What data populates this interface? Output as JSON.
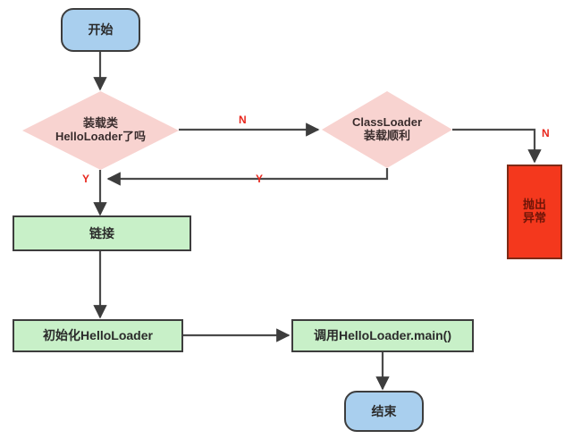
{
  "diagram": {
    "title": "Java HelloLoader class loading flowchart",
    "colors": {
      "terminal_fill": "#a9cfee",
      "process_fill": "#c8f0c8",
      "decision_fill": "#f8d3d0",
      "error_fill": "#f4381d",
      "border": "#3d3d3d",
      "edge_line": "#4a4a4a",
      "edge_label": "#e8261c",
      "background": "#ffffff"
    },
    "nodes": {
      "start": {
        "label": "开始",
        "shape": "terminal"
      },
      "decision_loaded": {
        "label": "装载类\nHelloLoader了吗",
        "shape": "decision"
      },
      "decision_classloader": {
        "label": "ClassLoader\n装载顺利",
        "shape": "decision"
      },
      "throw_exception": {
        "label": "抛出\n异常",
        "shape": "error"
      },
      "link": {
        "label": "链接",
        "shape": "process"
      },
      "init": {
        "label": "初始化HelloLoader",
        "shape": "process"
      },
      "invoke_main": {
        "label": "调用HelloLoader.main()",
        "shape": "process"
      },
      "end": {
        "label": "结束",
        "shape": "terminal"
      }
    },
    "edge_labels": {
      "loaded_no": "N",
      "loaded_yes": "Y",
      "classloader_yes": "Y",
      "classloader_no": "N"
    }
  }
}
